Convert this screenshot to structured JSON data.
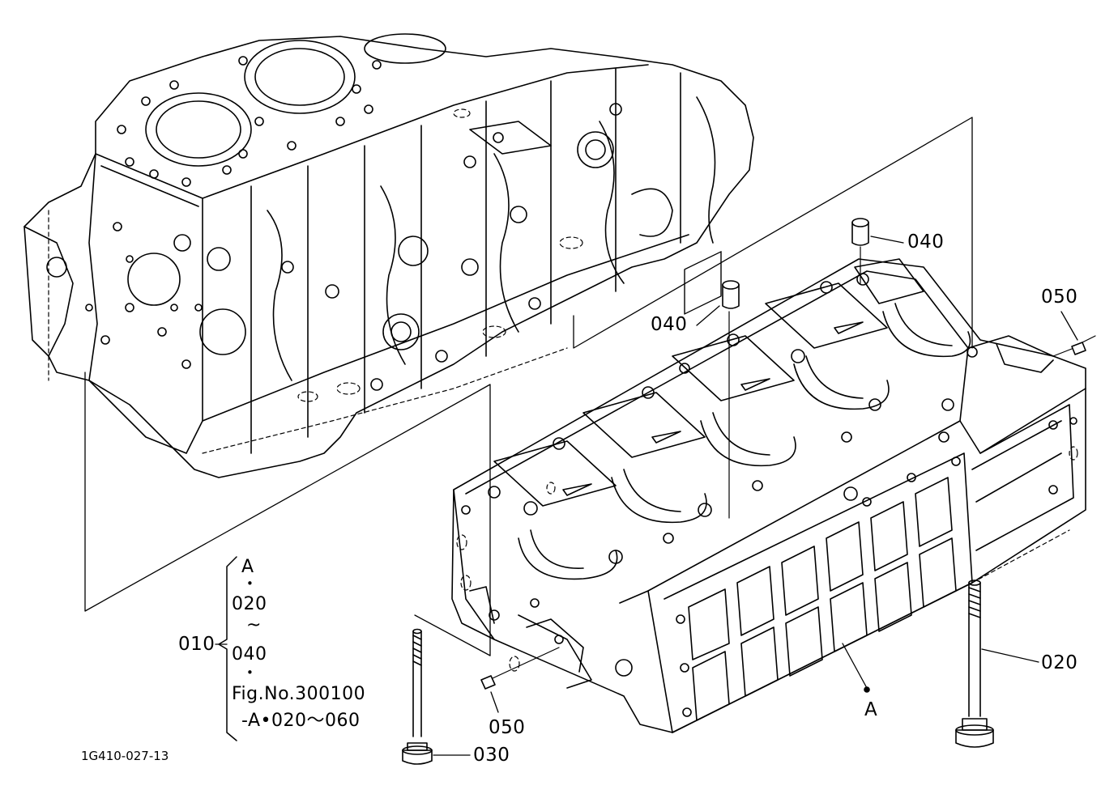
{
  "drawing_code": "1G410-027-13",
  "callouts": {
    "c040_top": "040",
    "c040_mid": "040",
    "c050_right": "050",
    "c050_bottom": "050",
    "c020": "020",
    "c030": "030",
    "c010": "010",
    "mark_a": "A"
  },
  "bracket": {
    "line1": "A",
    "dot1": "•",
    "line2": "020",
    "tilde": "~",
    "line3": "040",
    "dot2": "•",
    "line4": "Fig.No.300100",
    "line5": "-A•020～060"
  }
}
